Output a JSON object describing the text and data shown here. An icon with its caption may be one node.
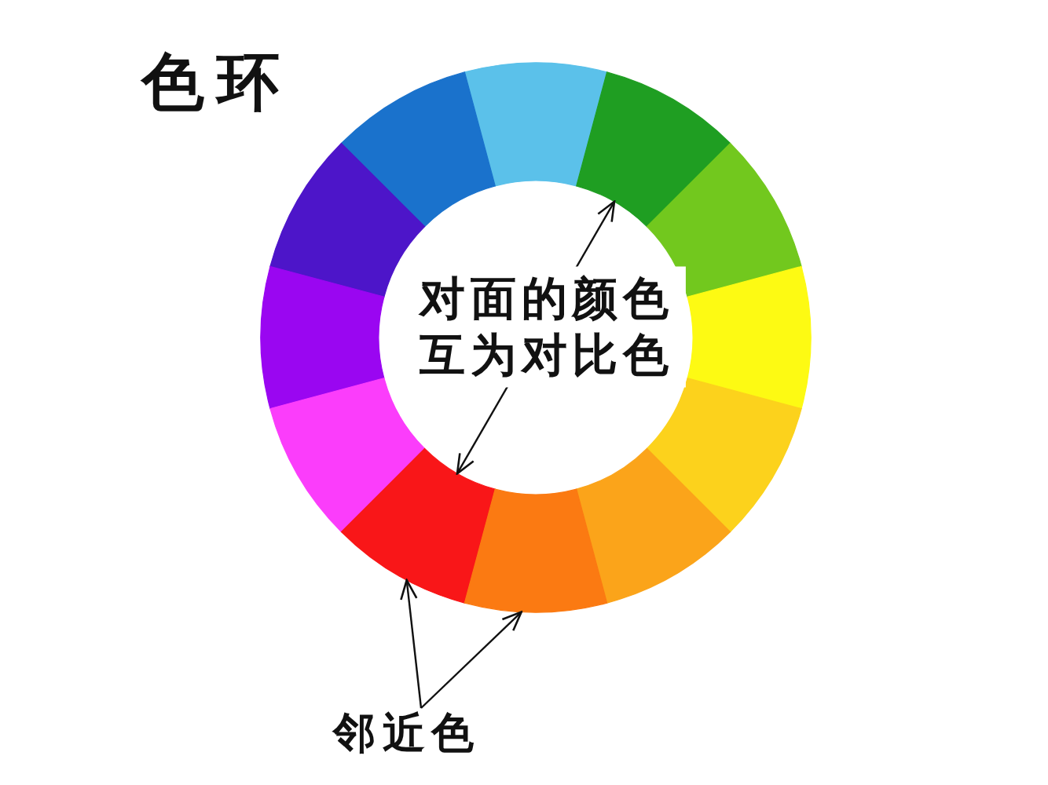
{
  "diagram": {
    "title": "色环",
    "nodes": [
      {
        "text": [],
        "shape": "segment"
      },
      {
        "text": [],
        "shape": "segment"
      },
      {
        "text": [],
        "shape": "segment"
      },
      {
        "text": [],
        "shape": "segment"
      },
      {
        "text": [],
        "shape": "segment"
      },
      {
        "text": [],
        "shape": "segment"
      },
      {
        "text": [],
        "shape": "segment"
      },
      {
        "text": [],
        "shape": "segment"
      },
      {
        "text": [],
        "shape": "segment"
      },
      {
        "text": [],
        "shape": "segment"
      },
      {
        "text": [],
        "shape": "segment"
      },
      {
        "text": [],
        "shape": "segment"
      },
      {
        "text": [
          "邻近色"
        ]
      }
    ],
    "edges": [
      {
        "from": 2,
        "to": 9,
        "arrow": "both",
        "label": "对面的颜色互为对比色"
      },
      {
        "from": 12,
        "to": 9,
        "arrow": "to"
      },
      {
        "from": 12,
        "to": 11,
        "arrow": "to"
      }
    ]
  }
}
